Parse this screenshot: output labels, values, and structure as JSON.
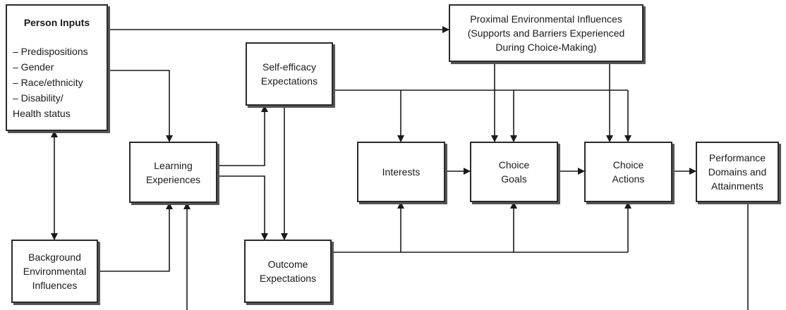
{
  "person_inputs": {
    "title": "Person Inputs",
    "items": [
      "– Predispositions",
      "– Gender",
      "– Race/ethnicity",
      "– Disability/",
      "Health status"
    ]
  },
  "proximal": {
    "lines": [
      "Proximal Environmental Influences",
      "(Supports and Barriers Experienced",
      "During Choice-Making)"
    ]
  },
  "self_efficacy": {
    "lines": [
      "Self-efficacy",
      "Expectations"
    ]
  },
  "learning": {
    "lines": [
      "Learning",
      "Experiences"
    ]
  },
  "interests": {
    "lines": [
      "Interests"
    ]
  },
  "choice_goals": {
    "lines": [
      "Choice",
      "Goals"
    ]
  },
  "choice_actions": {
    "lines": [
      "Choice",
      "Actions"
    ]
  },
  "performance": {
    "lines": [
      "Performance",
      "Domains and",
      "Attainments"
    ]
  },
  "background": {
    "lines": [
      "Background",
      "Environmental",
      "Influences"
    ]
  },
  "outcome": {
    "lines": [
      "Outcome",
      "Expectations"
    ]
  },
  "colors": {
    "line": "#1a1a1a",
    "border": "#2a2a2a",
    "shadow": "#555555",
    "background": "#ffffff"
  }
}
